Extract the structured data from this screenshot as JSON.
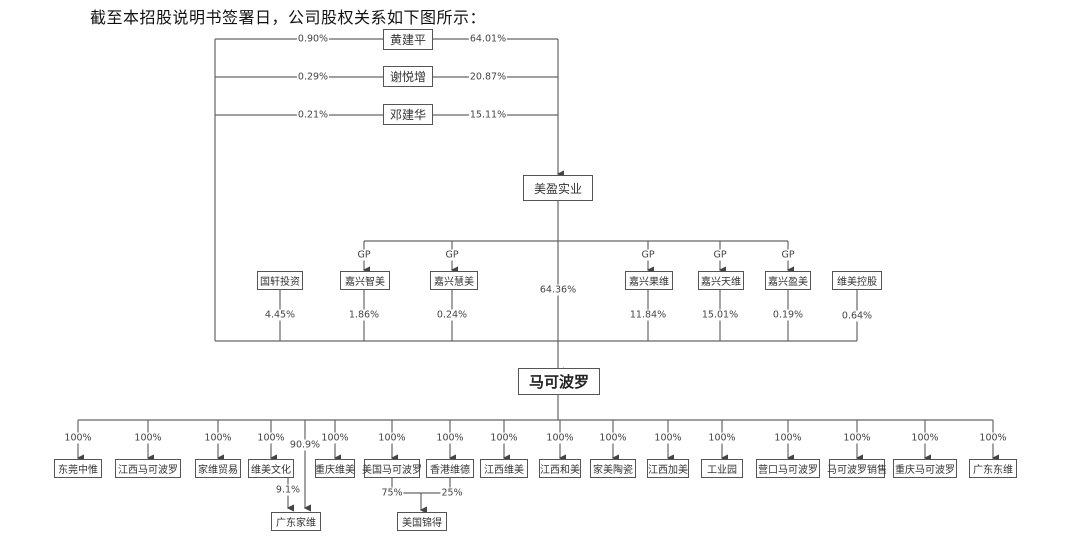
{
  "intro_text": "截至本招股说明书签署日，公司股权关系如下图所示：",
  "shareholders": [
    {
      "name": "黄建平",
      "to_main": "0.90%",
      "to_meiying": "64.01%"
    },
    {
      "name": "谢悦增",
      "to_main": "0.29%",
      "to_meiying": "20.87%"
    },
    {
      "name": "邓建华",
      "to_main": "0.21%",
      "to_meiying": "15.11%"
    }
  ],
  "meiying": {
    "name": "美盈实业",
    "to_main": "64.36%"
  },
  "gp_label": "GP",
  "middle_holders": [
    {
      "name": "国轩投资",
      "pct": "4.45%",
      "gp": false
    },
    {
      "name": "嘉兴智美",
      "pct": "1.86%",
      "gp": true
    },
    {
      "name": "嘉兴慧美",
      "pct": "0.24%",
      "gp": true
    },
    {
      "name": "嘉兴果维",
      "pct": "11.84%",
      "gp": true
    },
    {
      "name": "嘉兴天维",
      "pct": "15.01%",
      "gp": true
    },
    {
      "name": "嘉兴盈美",
      "pct": "0.19%",
      "gp": true
    },
    {
      "name": "维美控股",
      "pct": "0.64%",
      "gp": false
    }
  ],
  "company": {
    "name": "马可波罗"
  },
  "subsidiaries": [
    {
      "name": "东莞中惟",
      "pct": "100%"
    },
    {
      "name": "江西马可波罗",
      "pct": "100%"
    },
    {
      "name": "家维贸易",
      "pct": "100%"
    },
    {
      "name": "维美文化",
      "pct": "100%"
    },
    {
      "name": "重庆维美",
      "pct": "100%"
    },
    {
      "name": "美国马可波罗",
      "pct": "100%"
    },
    {
      "name": "香港维德",
      "pct": "100%"
    },
    {
      "name": "江西维美",
      "pct": "100%"
    },
    {
      "name": "江西和美",
      "pct": "100%"
    },
    {
      "name": "家美陶瓷",
      "pct": "100%"
    },
    {
      "name": "江西加美",
      "pct": "100%"
    },
    {
      "name": "工业园",
      "pct": "100%"
    },
    {
      "name": "营口马可波罗",
      "pct": "100%"
    },
    {
      "name": "马可波罗销售",
      "pct": "100%"
    },
    {
      "name": "重庆马可波罗",
      "pct": "100%"
    },
    {
      "name": "广东东维",
      "pct": "100%"
    }
  ],
  "guangdong_jiawei": {
    "name": "广东家维",
    "from_main": "90.9%",
    "from_weimei_culture": "9.1%"
  },
  "meiguo_weide": {
    "name": "美国锦得",
    "from_us_marco": "75%",
    "from_hk_weide": "25%"
  }
}
